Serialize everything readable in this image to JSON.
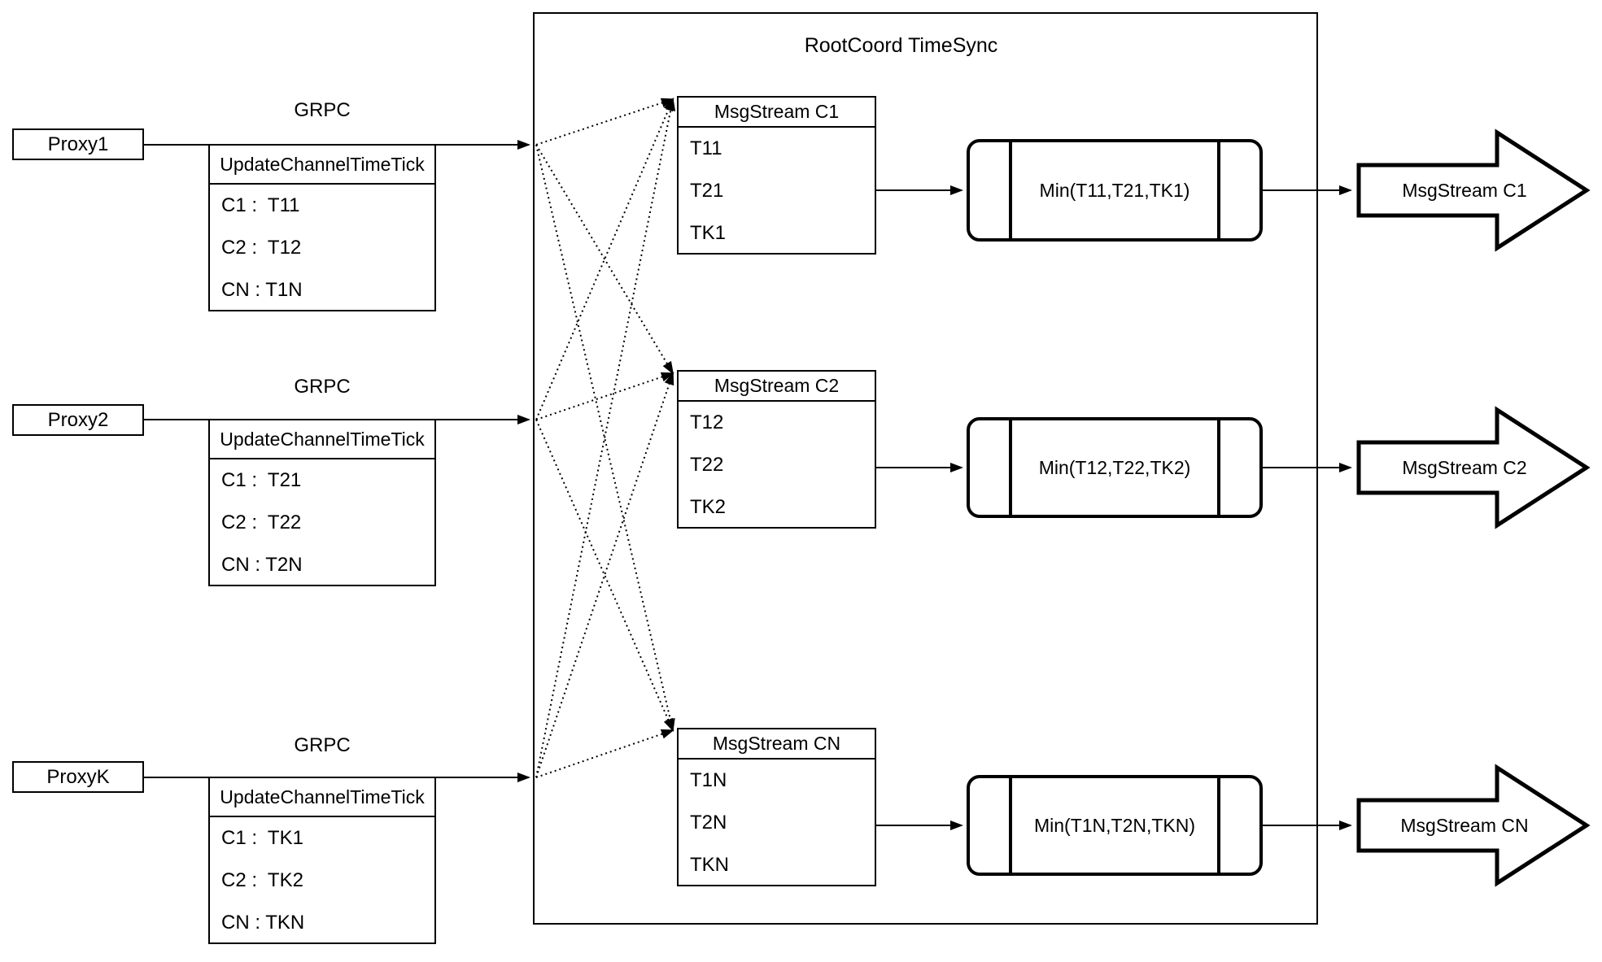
{
  "diagram": {
    "title": "RootCoord TimeSync",
    "grpc_label": "GRPC",
    "colors": {
      "line": "#000000",
      "background": "#ffffff"
    },
    "rows": [
      {
        "proxy_label": "Proxy1",
        "update_table": {
          "header": "UpdateChannelTimeTick",
          "entries": [
            "C1 :  T11",
            "C2 :  T12",
            "CN : T1N"
          ]
        },
        "msgstream_table": {
          "header": "MsgStream C1",
          "entries": [
            "T11",
            "T21",
            "TK1"
          ]
        },
        "min_label": "Min(T11,T21,TK1)",
        "output_label": "MsgStream C1"
      },
      {
        "proxy_label": "Proxy2",
        "update_table": {
          "header": "UpdateChannelTimeTick",
          "entries": [
            "C1 :  T21",
            "C2 :  T22",
            "CN : T2N"
          ]
        },
        "msgstream_table": {
          "header": "MsgStream C2",
          "entries": [
            "T12",
            "T22",
            "TK2"
          ]
        },
        "min_label": "Min(T12,T22,TK2)",
        "output_label": "MsgStream C2"
      },
      {
        "proxy_label": "ProxyK",
        "update_table": {
          "header": "UpdateChannelTimeTick",
          "entries": [
            "C1 :  TK1",
            "C2 :  TK2",
            "CN : TKN"
          ]
        },
        "msgstream_table": {
          "header": "MsgStream CN",
          "entries": [
            "T1N",
            "T2N",
            "TKN"
          ]
        },
        "min_label": "Min(T1N,T2N,TKN)",
        "output_label": "MsgStream CN"
      }
    ]
  }
}
